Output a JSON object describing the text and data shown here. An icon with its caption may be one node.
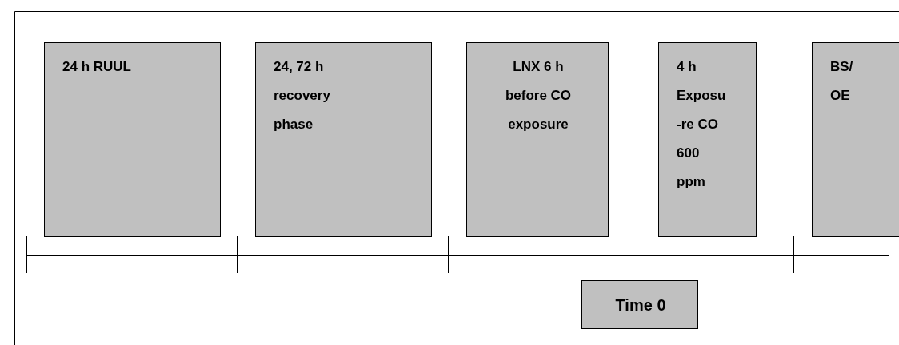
{
  "diagram": {
    "nodes": [
      {
        "text": [
          "24 h RUUL"
        ]
      },
      {
        "text": [
          "24, 72 h recovery phase"
        ]
      },
      {
        "text": [
          "LNX 6 h before CO exposure"
        ]
      },
      {
        "text": [
          "4 h Exposu -re CO 600 ppm"
        ]
      },
      {
        "text": [
          "BS/ OE"
        ]
      },
      {
        "text": [
          "Time 0"
        ]
      }
    ],
    "edges": [
      {
        "from": null,
        "to": 5,
        "arrow": "none"
      }
    ]
  }
}
